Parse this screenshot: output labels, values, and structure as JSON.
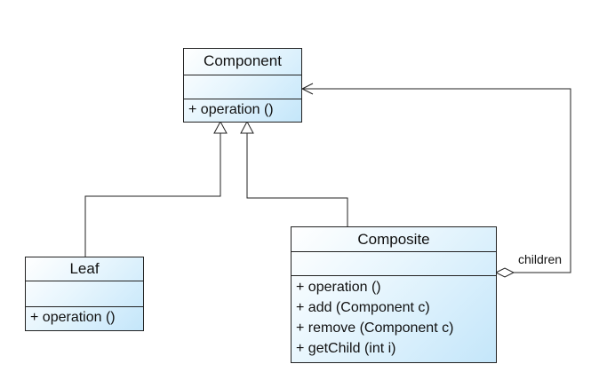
{
  "classes": {
    "component": {
      "name": "Component",
      "operations": [
        "+ operation ()"
      ]
    },
    "leaf": {
      "name": "Leaf",
      "operations": [
        "+ operation ()"
      ]
    },
    "composite": {
      "name": "Composite",
      "operations": [
        "+ operation ()",
        "+ add (Component c)",
        "+ remove (Component c)",
        "+ getChild (int i)"
      ]
    }
  },
  "associations": {
    "children_label": "children"
  }
}
